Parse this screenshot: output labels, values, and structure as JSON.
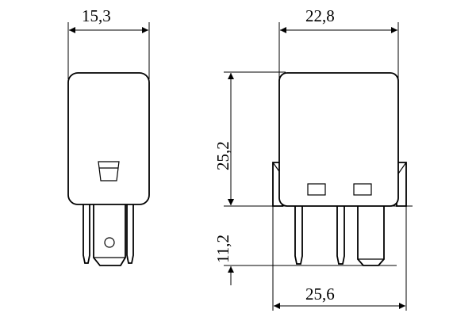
{
  "drawing": {
    "subject": "relay",
    "views": [
      "side-view",
      "front-view"
    ],
    "colors": {
      "line": "#000000",
      "background": "#ffffff"
    }
  },
  "dimensions": {
    "side_width": "15,3",
    "front_width": "22,8",
    "body_height": "25,2",
    "pin_length": "11,2",
    "overall_width": "25,6"
  }
}
